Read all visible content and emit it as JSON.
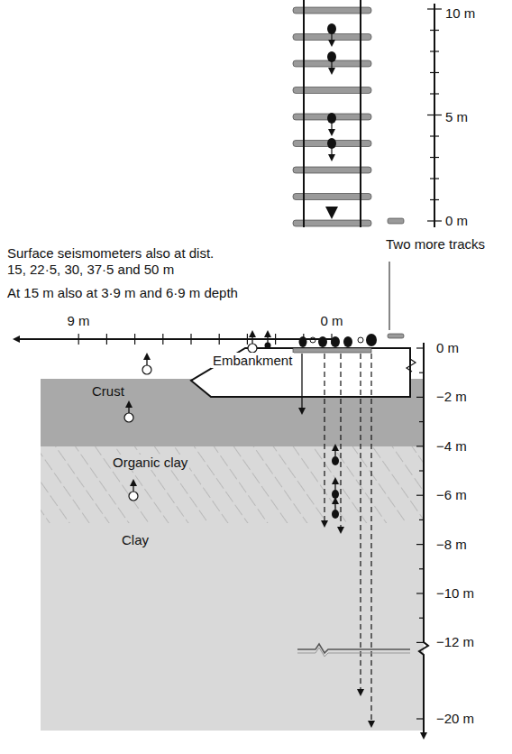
{
  "diagram": {
    "nodes": [
      {
        "text": [
          "Embankment"
        ]
      },
      {
        "text": [
          "Crust"
        ]
      },
      {
        "text": [
          "Organic clay"
        ]
      },
      {
        "text": [
          "Clay"
        ]
      }
    ],
    "labels": [
      "10 m",
      "5 m",
      "0 m",
      "Surface seismometers also at dist. 15, 22·5, 30, 37·5 and 50 m",
      "At 15 m also at 3·9 m and 6·9 m depth",
      "9 m",
      "0 m",
      "Two more tracks",
      "0 m",
      "−2 m",
      "−4 m",
      "−6 m",
      "−8 m",
      "−10 m",
      "−12 m",
      "−20 m"
    ]
  }
}
